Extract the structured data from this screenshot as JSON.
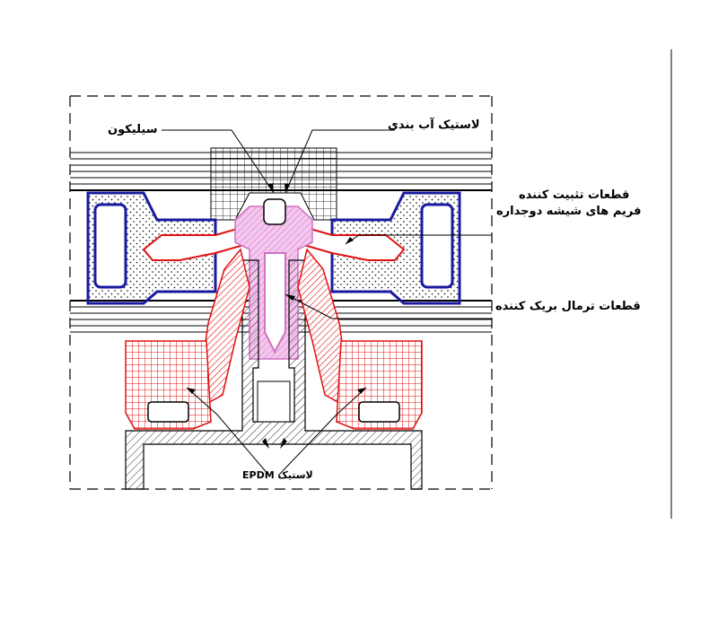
{
  "labels": {
    "silicone": "سیلیکون",
    "sealing_gasket": "لاستیک آب بندی",
    "fixing_parts": "قطعات تثبیت کننده",
    "double_glazed_frame": "فریم های شیشه دوجداره",
    "thermal_break": "قطعات ترمال بریک کننده",
    "epdm_gasket": "لاستیک EPDM"
  },
  "colors": {
    "line": "#000000",
    "frame_blue": "#1a1aa0",
    "thermal_red": "#e01010",
    "insert_pink": "#d070c0",
    "hatch_gray": "#333333"
  },
  "icons": {
    "crosshatch": "grid-hatch",
    "diagonal_hatch": "diagonal-hatch",
    "dots": "stipple"
  }
}
